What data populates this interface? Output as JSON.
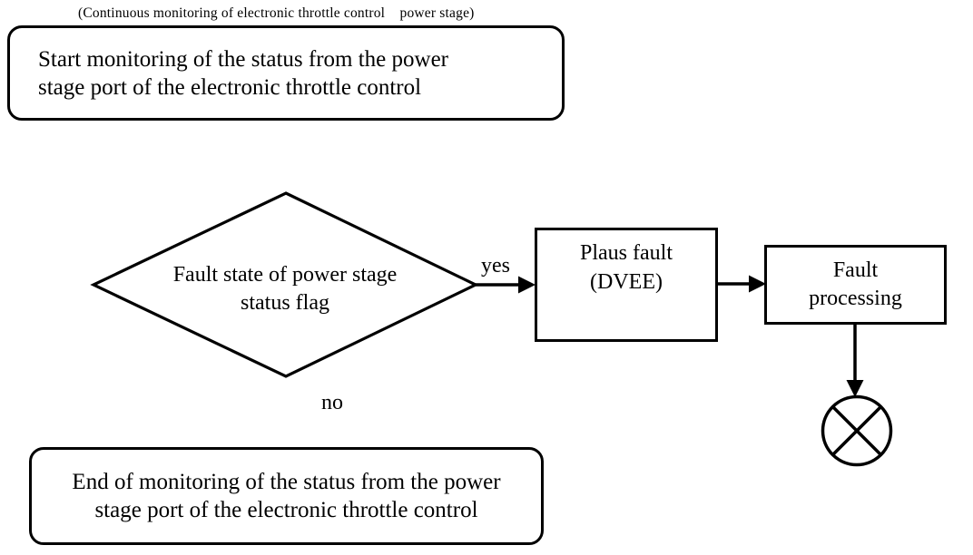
{
  "title": "(Continuous monitoring of electronic throttle control    power stage)",
  "nodes": {
    "start": {
      "label": "Start monitoring of the status from the power\nstage port of the electronic throttle control"
    },
    "decision": {
      "label": "Fault state of power stage\nstatus flag"
    },
    "plaus_fault": {
      "label": "Plaus fault\n(DVEE)"
    },
    "fault_processing": {
      "label": "Fault\nprocessing"
    },
    "end": {
      "label": "End of monitoring of the status from the power\nstage port of the electronic throttle control"
    },
    "terminator": {
      "symbol": "circle-x"
    }
  },
  "edges": {
    "yes_label": "yes",
    "no_label": "no"
  },
  "colors": {
    "stroke": "#000000",
    "text": "#000000",
    "background": "#ffffff"
  }
}
